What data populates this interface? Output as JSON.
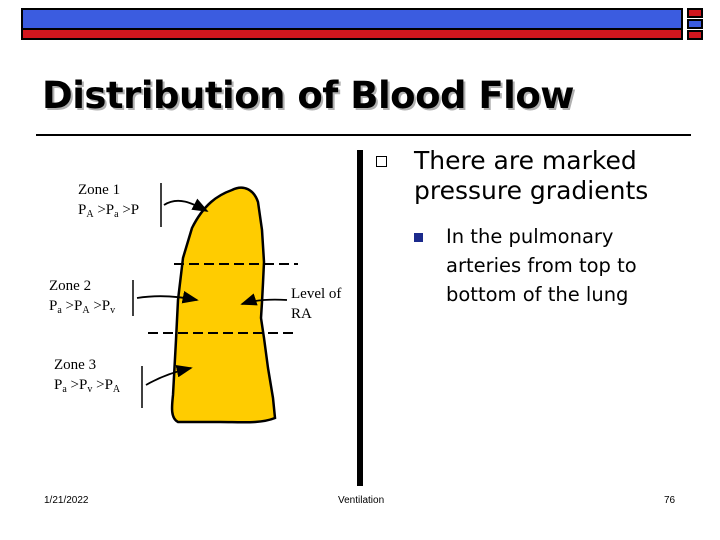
{
  "slide": {
    "title": "Distribution of Blood Flow",
    "bullet_main": "There are marked pressure gradients",
    "sub_bullet": "In the pulmonary\narteries from top to\nbottom of the lung"
  },
  "diagram": {
    "zone1": {
      "name": "Zone 1",
      "formula": [
        "P",
        "A",
        " >P",
        "a",
        " >P",
        ""
      ]
    },
    "zone2": {
      "name": "Zone 2",
      "formula": [
        "P",
        "a",
        " >P",
        "A",
        " >P",
        "v"
      ]
    },
    "zone3": {
      "name": "Zone 3",
      "formula": [
        "P",
        "a",
        " >P",
        "v",
        " >P",
        "A"
      ]
    },
    "ra_label": "Level of\nRA",
    "colors": {
      "lung_fill": "#FFCC00",
      "outline": "#000000"
    }
  },
  "footer": {
    "date": "1/21/2022",
    "center": "Ventilation",
    "page_number": "76"
  },
  "theme": {
    "blue": "#3B5CE0",
    "red": "#D0161E",
    "sub_bullet_color": "#1B2A8C"
  }
}
